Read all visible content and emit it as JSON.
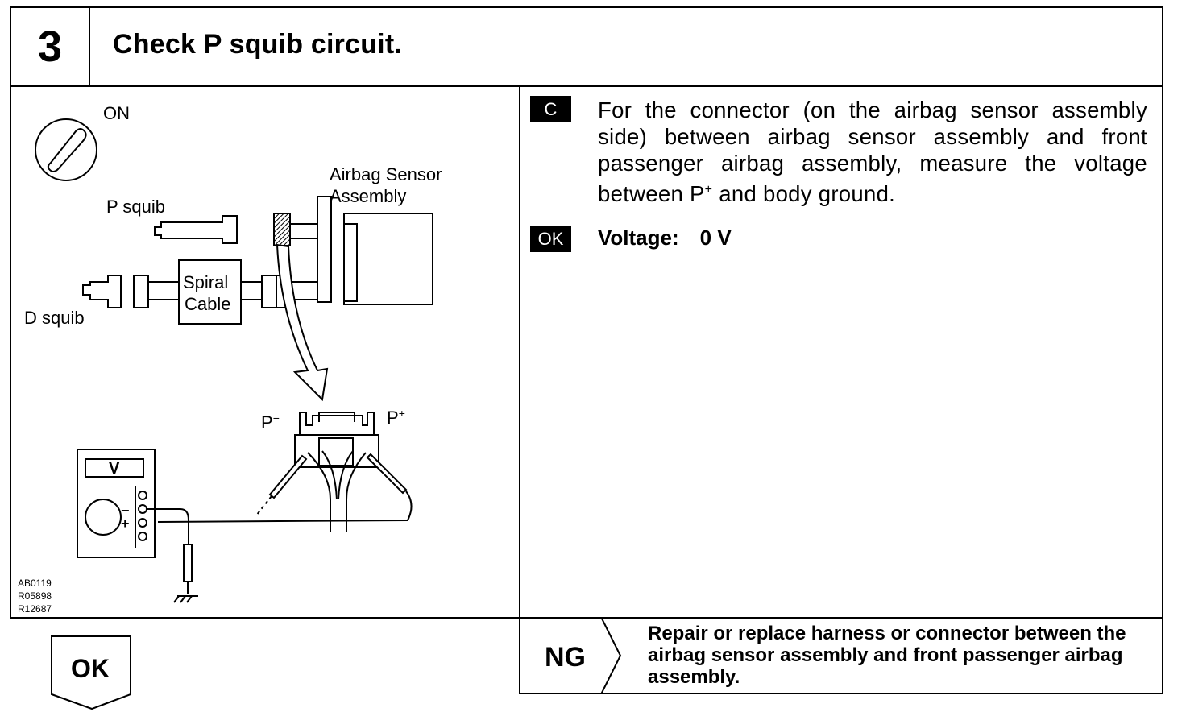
{
  "header": {
    "step_number": "3",
    "title": "Check P squib circuit."
  },
  "diagram": {
    "ignition_label": "ON",
    "sensor_label_line1": "Airbag Sensor",
    "sensor_label_line2": "Assembly",
    "p_squib_label": "P squib",
    "d_squib_label": "D squib",
    "spiral_line1": "Spiral",
    "spiral_line2": "Cable",
    "p_minus": "P",
    "p_minus_sup": "−",
    "p_plus": "P",
    "p_plus_sup": "+",
    "meter_unit": "V",
    "meter_minus": "−",
    "meter_plus": "+",
    "ref_codes": [
      "AB0119",
      "R05898",
      "R12687"
    ]
  },
  "procedure": {
    "badge_c": "C",
    "instruction_part1": "For the connector (on the airbag sensor assembly side) between airbag sensor assembly and front passenger airbag assembly, measure the voltage between P",
    "instruction_sup": "+",
    "instruction_part2": " and body ground.",
    "badge_ok": "OK",
    "spec_label": "Voltage:",
    "spec_value": "0 V"
  },
  "result": {
    "ng_label": "NG",
    "ng_text": "Repair or replace harness or connector between the airbag sensor assembly and front passenger airbag assembly.",
    "ok_label": "OK"
  }
}
